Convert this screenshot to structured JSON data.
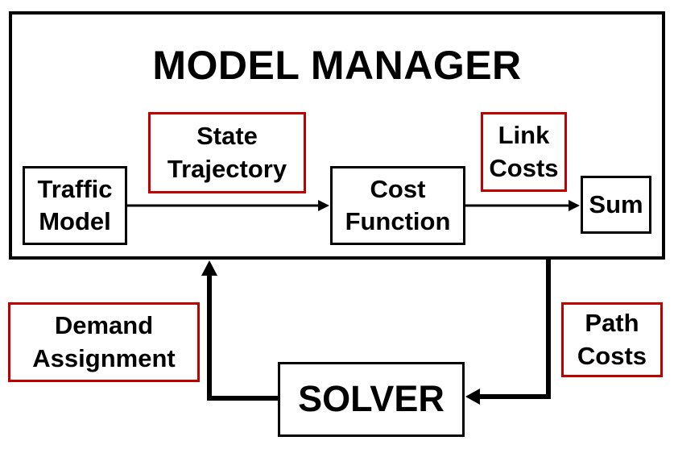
{
  "diagram": {
    "model_manager": {
      "title": "MODEL MANAGER"
    },
    "traffic_model": {
      "line1": "Traffic",
      "line2": "Model"
    },
    "state_trajectory": {
      "line1": "State",
      "line2": "Trajectory"
    },
    "cost_function": {
      "line1": "Cost",
      "line2": "Function"
    },
    "link_costs": {
      "line1": "Link",
      "line2": "Costs"
    },
    "sum": {
      "label": "Sum"
    },
    "demand_assignment": {
      "line1": "Demand",
      "line2": "Assignment"
    },
    "path_costs": {
      "line1": "Path",
      "line2": "Costs"
    },
    "solver": {
      "label": "SOLVER"
    }
  },
  "colors": {
    "stroke": "#000000",
    "highlight": "#c00000",
    "background": "#ffffff"
  }
}
